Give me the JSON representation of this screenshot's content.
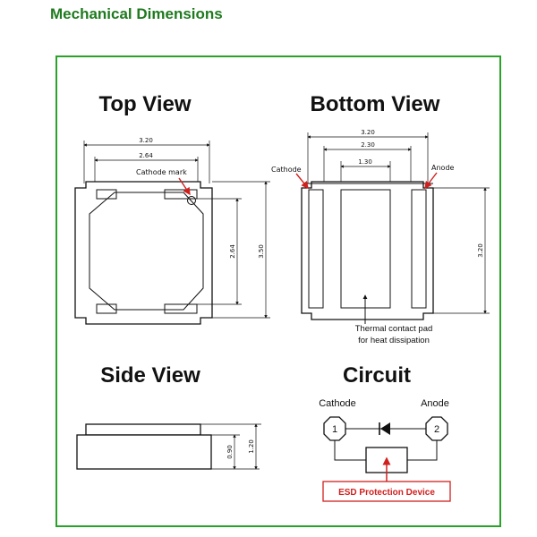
{
  "page": {
    "heading": "Mechanical Dimensions",
    "accent_color": "#1f7a1f",
    "frame_color": "#2aa12a"
  },
  "top_view": {
    "title": "Top View",
    "dim_width": "3.20",
    "dim_inner_width": "2.64",
    "dim_inner_height": "2.64",
    "dim_height": "3.50",
    "cathode_mark_label": "Cathode mark"
  },
  "bottom_view": {
    "title": "Bottom View",
    "dim_width": "3.20",
    "dim_pad_span": "2.30",
    "dim_pad_width": "1.30",
    "dim_height": "3.20",
    "cathode_label": "Cathode",
    "anode_label": "Anode",
    "thermal_pad_line1": "Thermal contact pad",
    "thermal_pad_line2": "for heat dissipation"
  },
  "side_view": {
    "title": "Side View",
    "dim_body": "0.90",
    "dim_total": "1.20"
  },
  "circuit": {
    "title": "Circuit",
    "cathode_label": "Cathode",
    "anode_label": "Anode",
    "pin1": "1",
    "pin2": "2",
    "esd_label": "ESD Protection Device",
    "esd_color": "#d0201e",
    "diode_icon": "diode-symbol-icon"
  }
}
